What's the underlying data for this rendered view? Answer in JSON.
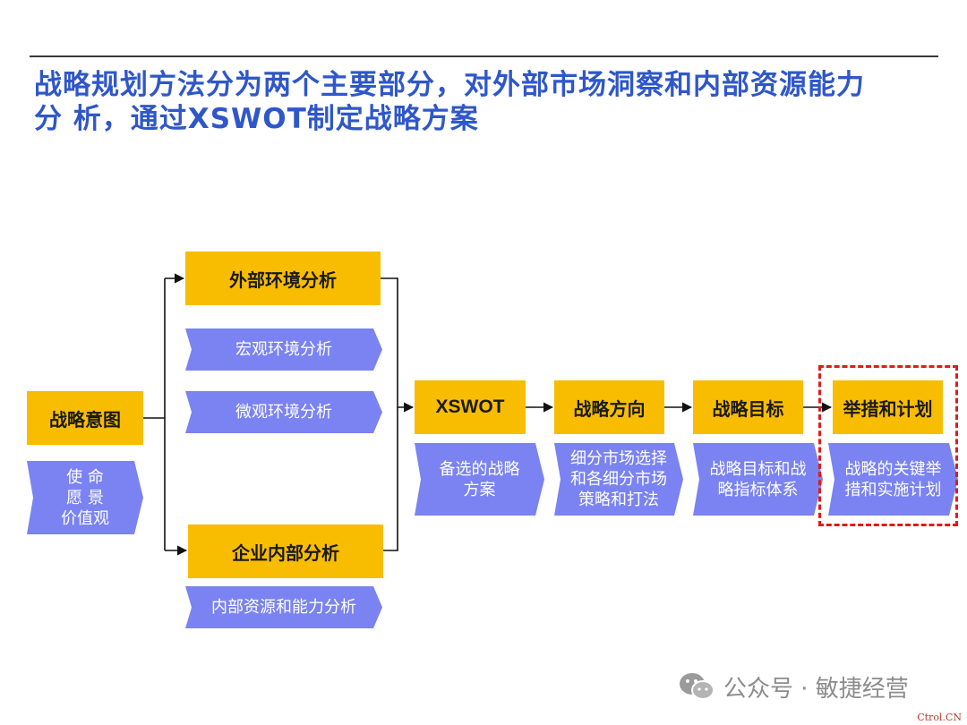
{
  "title": {
    "line1": "战略规划方法分为两个主要部分，对外部市场洞察和内部资源能力",
    "line2": "分 析，通过XSWOT制定战略方案"
  },
  "intent": {
    "label": "战略意图",
    "sub": [
      "使 命",
      "愿 景",
      "价值观"
    ]
  },
  "external": {
    "label": "外部环境分析",
    "items": [
      "宏观环境分析",
      "微观环境分析"
    ]
  },
  "internal": {
    "label": "企业内部分析",
    "items": [
      "内部资源和能力分析"
    ]
  },
  "steps": [
    {
      "label": "XSWOT",
      "sub": [
        "备选的战略",
        "方案"
      ]
    },
    {
      "label": "战略方向",
      "sub": [
        "细分市场选择",
        "和各细分市场",
        "策略和打法"
      ]
    },
    {
      "label": "战略目标",
      "sub": [
        "战略目标和战",
        "略指标体系"
      ]
    },
    {
      "label": "举措和计划",
      "sub": [
        "战略的关键举",
        "措和实施计划"
      ]
    }
  ],
  "watermark": "公众号 · 敏捷经营",
  "corner_mark": "Ctrol.CN",
  "colors": {
    "title": "#2f57c9",
    "yellow_box": "#f8bd00",
    "chevron": "#7a83f1",
    "highlight_border": "#e11a1a"
  }
}
